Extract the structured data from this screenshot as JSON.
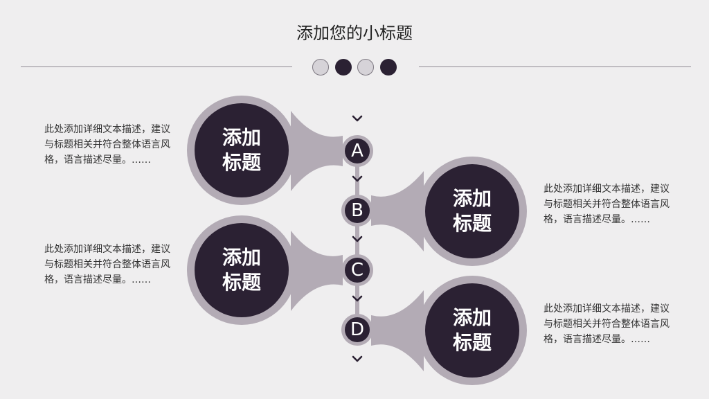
{
  "header": {
    "title": "添加您的小标题"
  },
  "colors": {
    "dark": "#2b2133",
    "ring": "#b3abb5",
    "background": "#efeeef"
  },
  "steps": [
    {
      "letter": "A",
      "label_line1": "添加",
      "label_line2": "标题",
      "description": "此处添加详细文本描述，建议与标题相关并符合整体语言风格，语言描述尽量。……"
    },
    {
      "letter": "B",
      "label_line1": "添加",
      "label_line2": "标题",
      "description": "此处添加详细文本描述，建议与标题相关并符合整体语言风格，语言描述尽量。……"
    },
    {
      "letter": "C",
      "label_line1": "添加",
      "label_line2": "标题",
      "description": "此处添加详细文本描述，建议与标题相关并符合整体语言风格，语言描述尽量。……"
    },
    {
      "letter": "D",
      "label_line1": "添加",
      "label_line2": "标题",
      "description": "此处添加详细文本描述，建议与标题相关并符合整体语言风格，语言描述尽量。……"
    }
  ]
}
